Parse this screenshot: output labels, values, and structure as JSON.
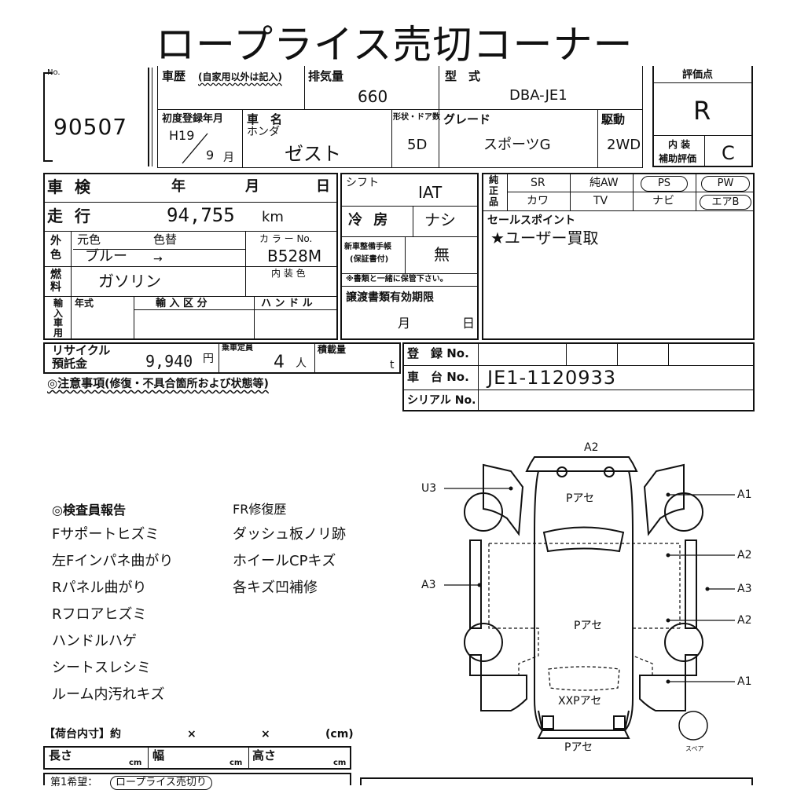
{
  "title": "ロープライス売切コーナー",
  "lot": {
    "no_label": "No.",
    "number": "90507"
  },
  "history": {
    "label": "車歴",
    "note": "(自家用以外は記入)"
  },
  "displacement": {
    "label": "排気量",
    "value": "660"
  },
  "model": {
    "label": "型　式",
    "value": "DBA-JE1"
  },
  "first_reg": {
    "label": "初度登録年月",
    "era_year": "H19",
    "month": "9",
    "month_unit": "月"
  },
  "car_name": {
    "label": "車　名",
    "maker": "ホンダ",
    "name": "ゼスト"
  },
  "doors": {
    "label": "形状・ドア数",
    "value": "5D"
  },
  "grade": {
    "label": "グレード",
    "value": "スポーツG"
  },
  "drive": {
    "label": "駆動",
    "value": "2WD"
  },
  "score": {
    "label": "評価点",
    "value": "R",
    "interior_label_1": "内 装",
    "interior_label_2": "補助評価",
    "interior_value": "C"
  },
  "inspection": {
    "label": "車 検",
    "year": "年",
    "month": "月",
    "day": "日"
  },
  "mileage": {
    "label": "走 行",
    "value": "94,755",
    "unit": "km"
  },
  "exterior_color": {
    "side_label": "外色",
    "orig_label": "元色",
    "change_label": "色替",
    "orig_value": "ブルー",
    "arrow": "→",
    "code_label": "カ ラ ー No.",
    "code_value": "B528M"
  },
  "fuel": {
    "side_label": "燃料",
    "value": "ガソリン",
    "interior_color_label": "内 装 色"
  },
  "import": {
    "side_label": "輸入車用",
    "year_label": "年式",
    "type_label": "輸 入 区 分",
    "handle_label": "ハ ン ド ル"
  },
  "shift": {
    "label": "シフト",
    "value": "IAT"
  },
  "ac": {
    "label": "冷 房",
    "value": "ナシ"
  },
  "manual": {
    "label_1": "新車整備手帳",
    "label_2": "(保証書付)",
    "value": "無",
    "note": "※書類と一緒に保管下さい。"
  },
  "transfer": {
    "label": "譲渡書類有効期限",
    "month": "月",
    "day": "日"
  },
  "equipment": {
    "side_label": "純正品",
    "items": [
      "SR",
      "純AW",
      "PS",
      "PW",
      "カワ",
      "TV",
      "ナビ",
      "エアB"
    ]
  },
  "sales_point": {
    "label": "セールスポイント",
    "value": "★ユーザー買取"
  },
  "recycle": {
    "label_1": "リサイクル",
    "label_2": "預託金",
    "value": "9,940",
    "unit": "円"
  },
  "capacity": {
    "label": "乗車定員",
    "value": "4",
    "unit": "人"
  },
  "load": {
    "label": "積載量",
    "unit": "t"
  },
  "registration": {
    "label": "登　録 No.",
    "chassis_label": "車　台 No.",
    "chassis_value": "JE1-1120933",
    "serial_label": "シリアル No."
  },
  "caution": {
    "label": "◎注意事項",
    "note": "(修復・不具合箇所および状態等)"
  },
  "report": {
    "label": "◎検査員報告",
    "left": [
      "Fサポートヒズミ",
      "左Fインパネ曲がり",
      "Rパネル曲がり",
      "Rフロアヒズミ",
      "ハンドルハゲ",
      "シートスレシミ",
      "ルーム内汚れキズ"
    ],
    "right": [
      "FR修復歴",
      "ダッシュ板ノリ跡",
      "ホイールCPキズ",
      "各キズ凹補修"
    ]
  },
  "diagram": {
    "top": "A2",
    "u3": "U3",
    "a3_left": "A3",
    "right_labels": [
      "A1",
      "A2",
      "A3",
      "A2",
      "A1"
    ],
    "hood": "Pアセ",
    "roof": "Pアセ",
    "rear": "XXPアセ",
    "bottom": "Pアセ",
    "spare": "スペア"
  },
  "cargo": {
    "label": "【荷台内寸】約",
    "x1": "×",
    "x2": "×",
    "unit_label": "(cm)",
    "length": "長さ",
    "width": "幅",
    "height": "高さ",
    "cm": "cm"
  },
  "footer": {
    "label": "第1希望：",
    "value": "ロープライス売切り"
  }
}
